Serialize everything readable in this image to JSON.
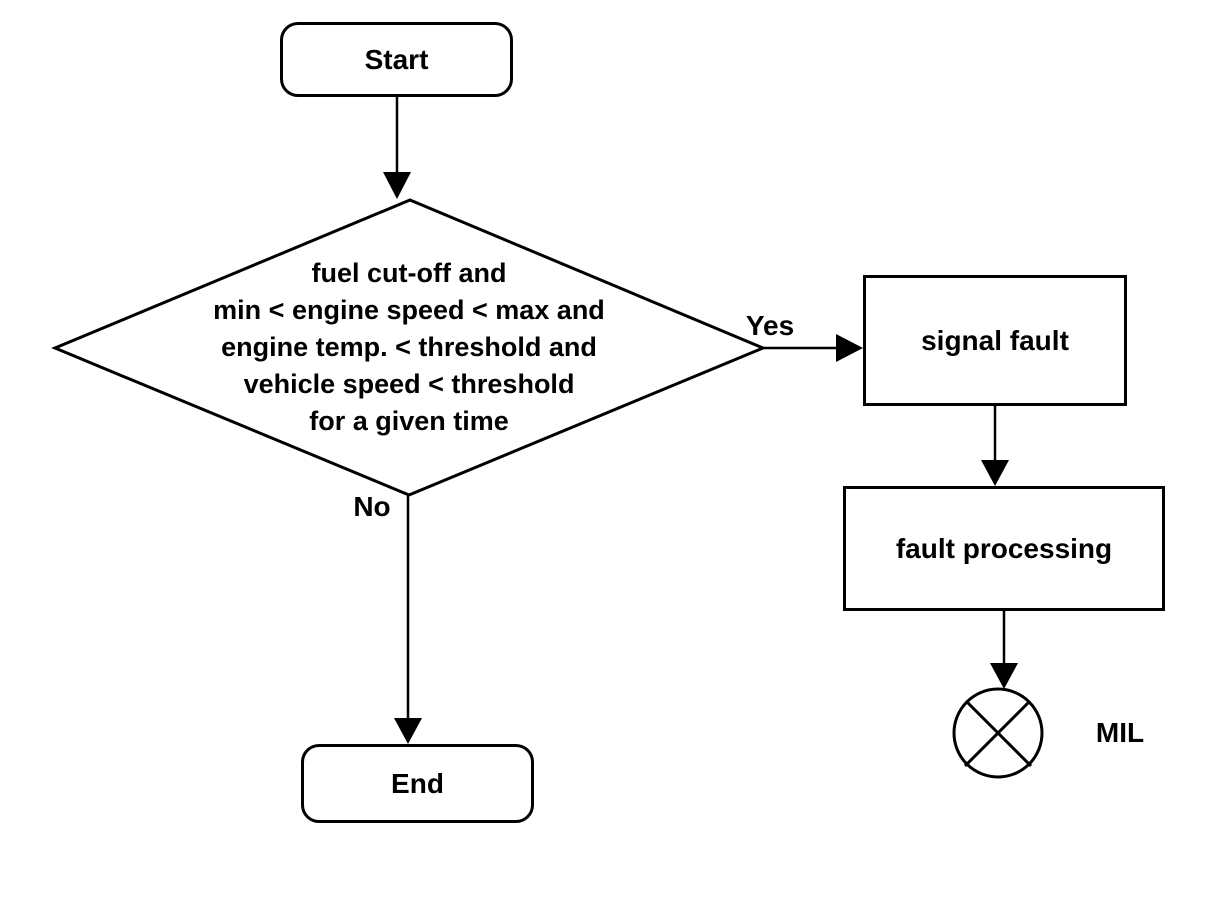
{
  "flowchart": {
    "nodes": {
      "start": {
        "label": "Start",
        "type": "terminator"
      },
      "decision": {
        "type": "decision",
        "lines": [
          "fuel cut-off and",
          "min < engine speed < max and",
          "engine temp. < threshold and",
          "vehicle speed < threshold",
          "for a given time"
        ]
      },
      "signal_fault": {
        "label": "signal fault",
        "type": "process"
      },
      "fault_processing": {
        "label": "fault processing",
        "type": "process"
      },
      "end": {
        "label": "End",
        "type": "terminator"
      },
      "mil": {
        "label": "MIL",
        "type": "lamp-indicator"
      }
    },
    "edges": {
      "yes_label": "Yes",
      "no_label": "No"
    },
    "colors": {
      "stroke": "#000000",
      "background": "#ffffff",
      "text": "#000000"
    }
  }
}
